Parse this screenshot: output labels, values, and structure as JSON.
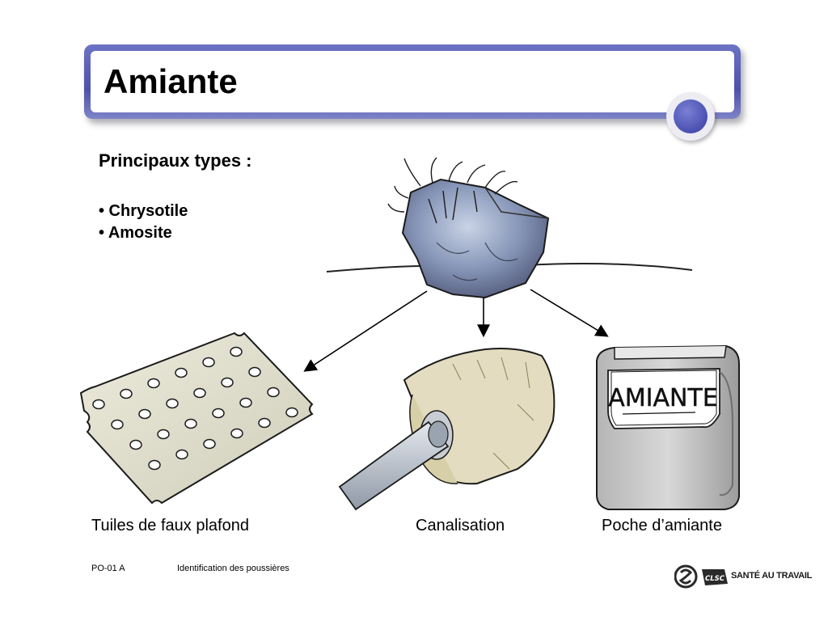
{
  "slide": {
    "title": "Amiante",
    "subtitle": "Principaux types :",
    "types": [
      "• Chrysotile",
      "• Amosite"
    ],
    "captions": {
      "tiles": "Tuiles de faux plafond",
      "pipe": "Canalisation",
      "bag": "Poche d’amiante"
    },
    "bag_label": "AMIANTE"
  },
  "footer": {
    "code": "PO-01 A",
    "title": "Identification des poussières",
    "logo_badge": "CLSC",
    "logo_text": "SANTÉ AU TRAVAIL"
  },
  "icons": {
    "logo": "clsc-swirl-icon"
  },
  "colors": {
    "title_frame": "#4c52a8",
    "title_dot": "#4a50b0"
  }
}
